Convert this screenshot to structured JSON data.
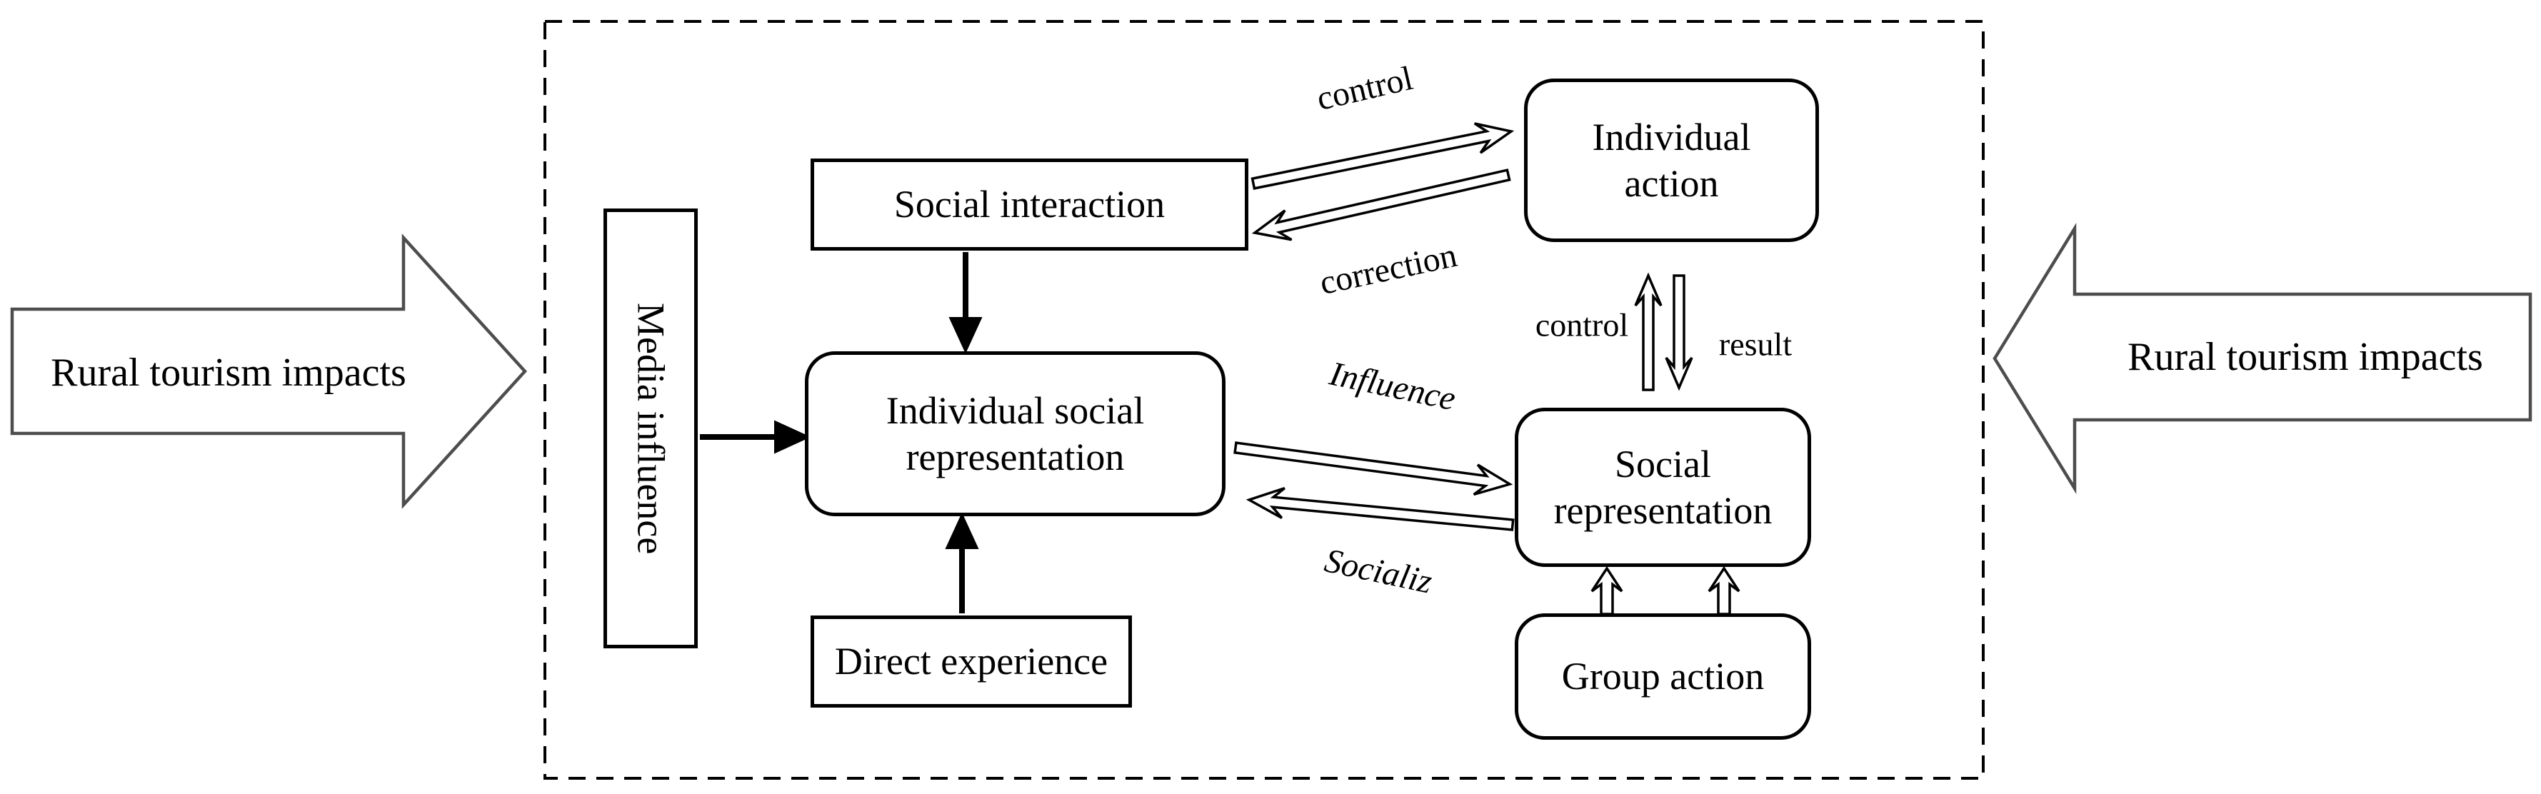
{
  "figure": {
    "left_impact_arrow": {
      "label": "Rural tourism impacts"
    },
    "right_impact_arrow": {
      "label": "Rural tourism impacts"
    },
    "nodes": {
      "media_influence": "Media influence",
      "social_interaction": "Social interaction",
      "individual_social_representation": "Individual social representation",
      "direct_experience": "Direct experience",
      "individual_action": "Individual action",
      "social_representation": "Social representation",
      "group_action": "Group action"
    },
    "edge_labels": {
      "control_top": "control",
      "correction": "correction",
      "influence": "Influence",
      "socialize": "Socializ",
      "control_vertical": "control",
      "result": "result"
    },
    "colors": {
      "line": "#000000",
      "big_arrow_outline": "#4d4d4d",
      "background": "#ffffff"
    }
  }
}
